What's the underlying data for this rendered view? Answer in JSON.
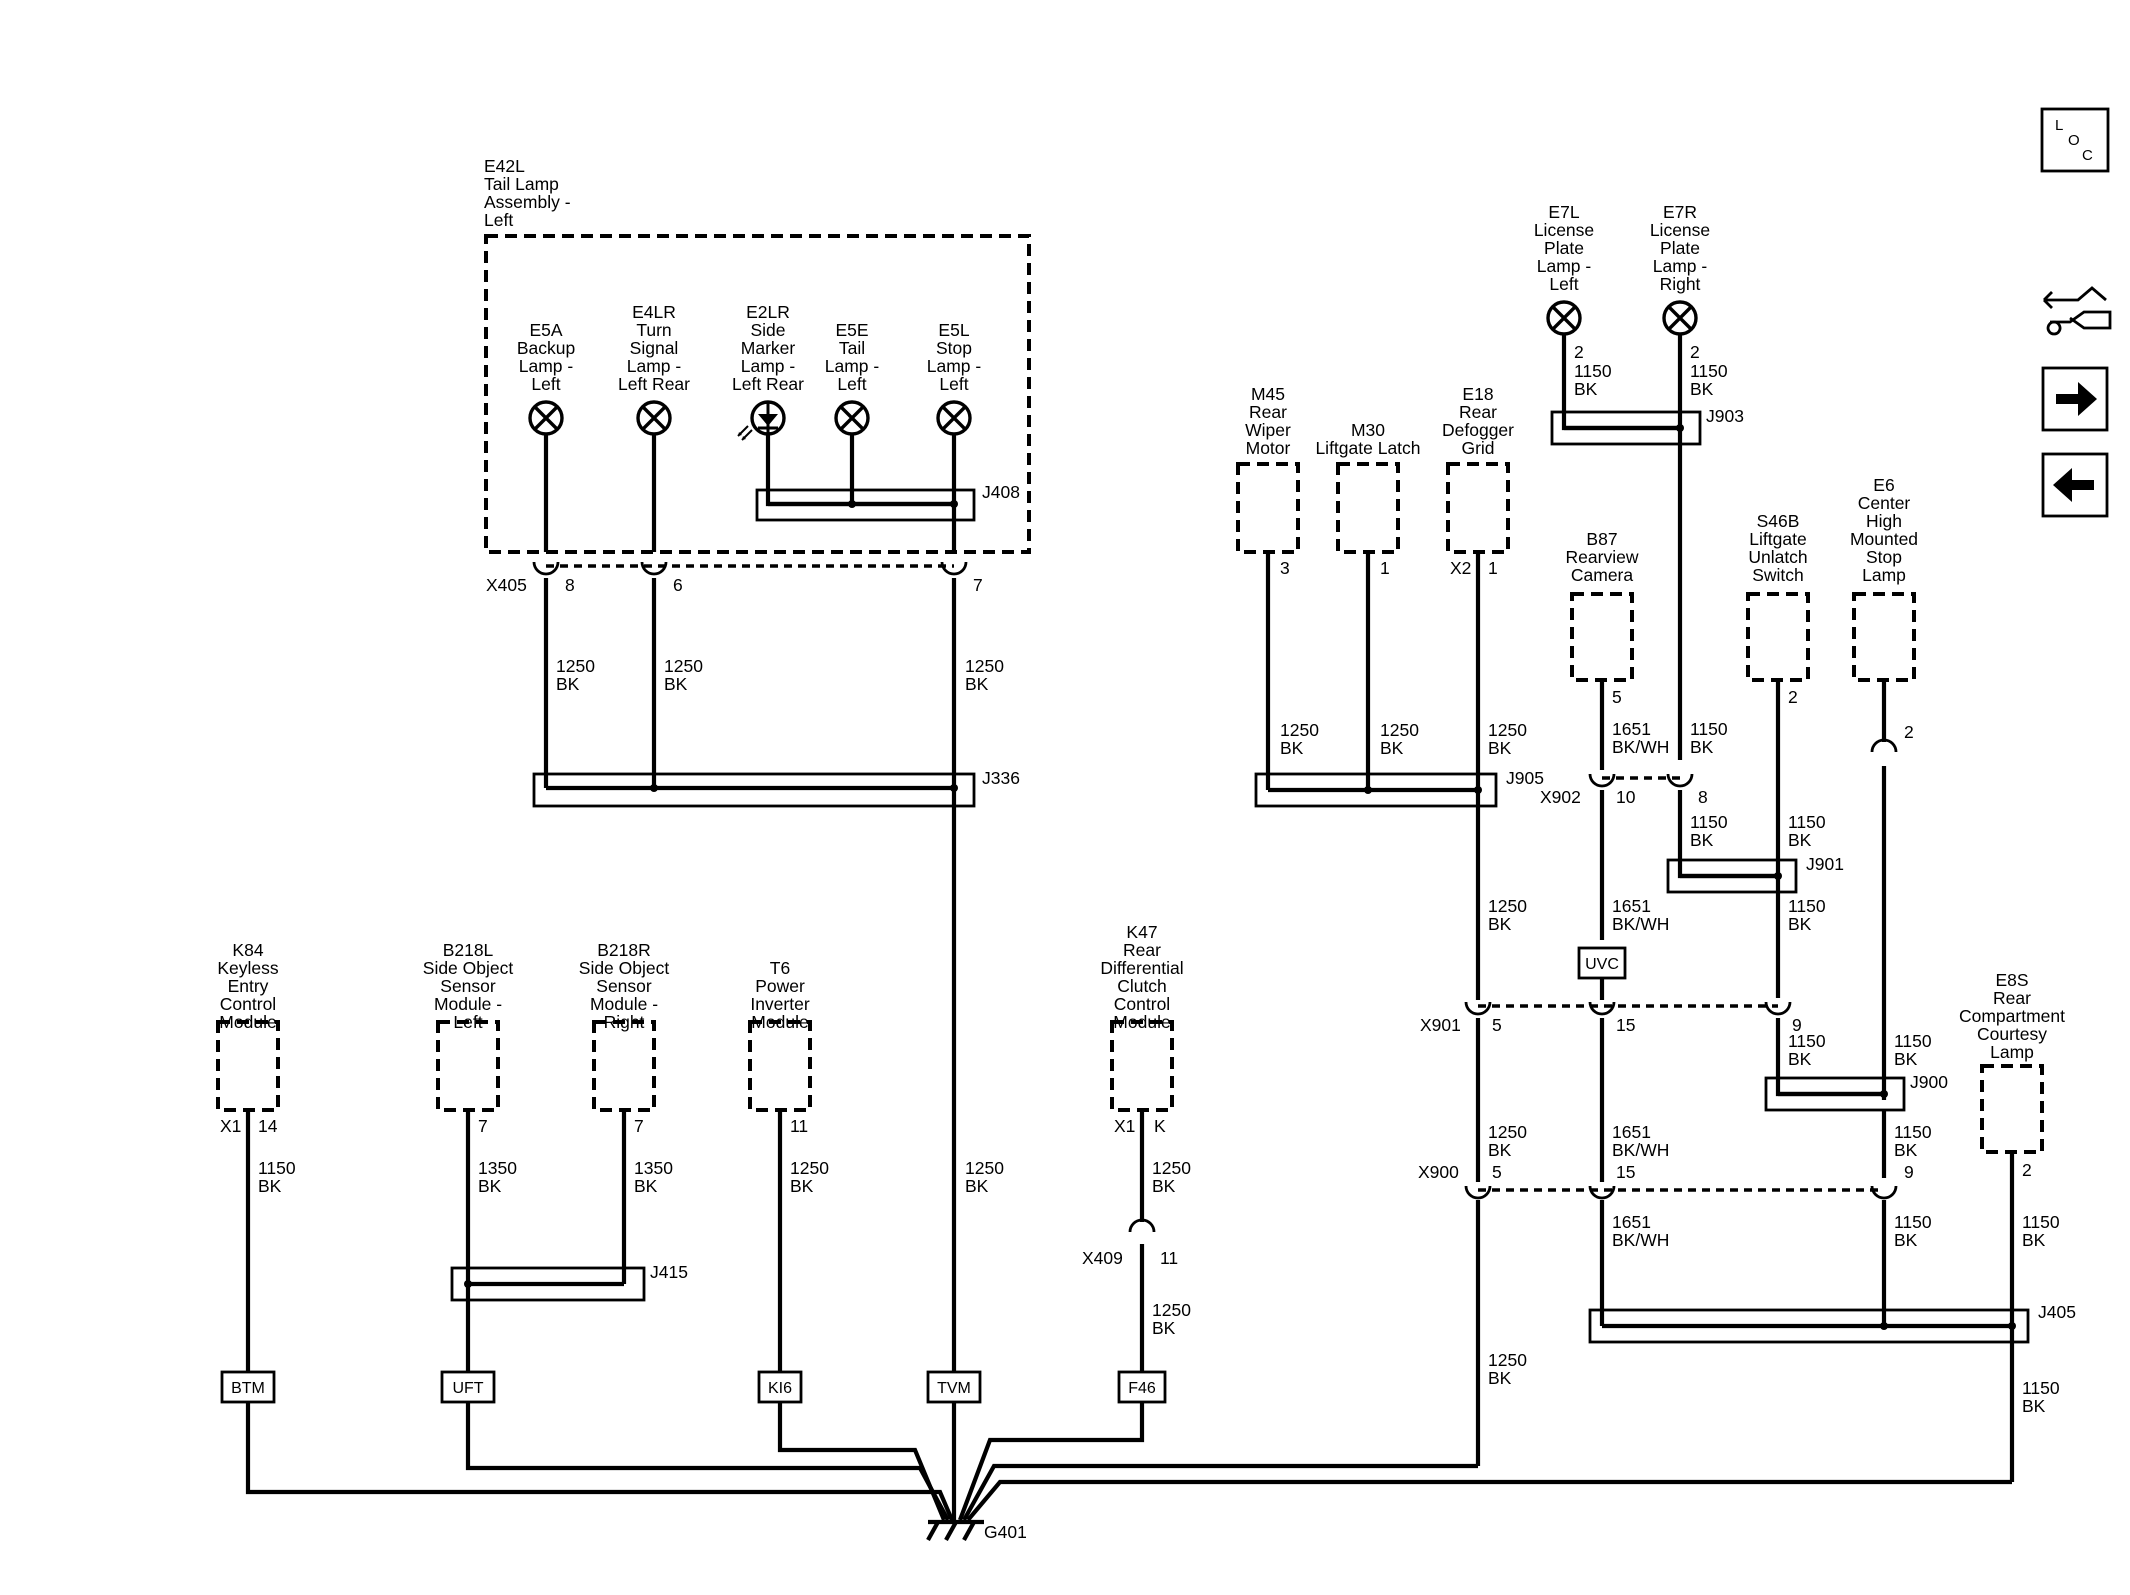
{
  "legend_box": {
    "l": "L",
    "o": "O",
    "c": "C"
  },
  "assembly": {
    "id": "E42L",
    "lines": [
      "Tail Lamp",
      "Assembly -",
      "Left"
    ]
  },
  "lamps": [
    {
      "id": "E5A",
      "lines": [
        "E5A",
        "Backup",
        "Lamp -",
        "Left"
      ]
    },
    {
      "id": "E4LR",
      "lines": [
        "E4LR",
        "Turn",
        "Signal",
        "Lamp -",
        "Left Rear"
      ]
    },
    {
      "id": "E2LR",
      "lines": [
        "E2LR",
        "Side",
        "Marker",
        "Lamp -",
        "Left Rear"
      ]
    },
    {
      "id": "E5E",
      "lines": [
        "E5E",
        "Tail",
        "Lamp -",
        "Left"
      ]
    },
    {
      "id": "E5L",
      "lines": [
        "E5L",
        "Stop",
        "Lamp -",
        "Left"
      ]
    },
    {
      "id": "E7L",
      "lines": [
        "E7L",
        "License",
        "Plate",
        "Lamp -",
        "Left"
      ]
    },
    {
      "id": "E7R",
      "lines": [
        "E7R",
        "License",
        "Plate",
        "Lamp -",
        "Right"
      ]
    }
  ],
  "components": [
    {
      "id": "M45",
      "lines": [
        "M45",
        "Rear",
        "Wiper",
        "Motor"
      ]
    },
    {
      "id": "M30",
      "lines": [
        "M30",
        "Liftgate Latch"
      ]
    },
    {
      "id": "E18",
      "lines": [
        "E18",
        "Rear",
        "Defogger",
        "Grid"
      ]
    },
    {
      "id": "B87",
      "lines": [
        "B87",
        "Rearview",
        "Camera"
      ]
    },
    {
      "id": "S46B",
      "lines": [
        "S46B",
        "Liftgate",
        "Unlatch",
        "Switch"
      ]
    },
    {
      "id": "E6",
      "lines": [
        "E6",
        "Center",
        "High",
        "Mounted",
        "Stop",
        "Lamp"
      ]
    },
    {
      "id": "K84",
      "lines": [
        "K84",
        "Keyless",
        "Entry",
        "Control",
        "Module"
      ]
    },
    {
      "id": "B218L",
      "lines": [
        "B218L",
        "Side Object",
        "Sensor",
        "Module -",
        "Left"
      ]
    },
    {
      "id": "B218R",
      "lines": [
        "B218R",
        "Side Object",
        "Sensor",
        "Module -",
        "Right"
      ]
    },
    {
      "id": "T6",
      "lines": [
        "T6",
        "Power",
        "Inverter",
        "Module"
      ]
    },
    {
      "id": "K47",
      "lines": [
        "K47",
        "Rear",
        "Differential",
        "Clutch",
        "Control",
        "Module"
      ]
    },
    {
      "id": "E8S",
      "lines": [
        "E8S",
        "Rear",
        "Compartment",
        "Courtesy",
        "Lamp"
      ]
    }
  ],
  "connectors": {
    "X405": "X405",
    "X902": "X902",
    "X901": "X901",
    "X900": "X900",
    "X409": "X409",
    "X1": "X1",
    "X2": "X2"
  },
  "splices": {
    "J408": "J408",
    "J336": "J336",
    "J903": "J903",
    "J905": "J905",
    "J901": "J901",
    "J900": "J900",
    "J415": "J415",
    "J405": "J405"
  },
  "pins": {
    "x405_8": "8",
    "x405_6": "6",
    "x405_7": "7",
    "m45": "3",
    "m30": "1",
    "e18": "1",
    "b87": "5",
    "s46b": "2",
    "e6": "2",
    "x902_10": "10",
    "x902_8": "8",
    "x901_5": "5",
    "x901_15": "15",
    "x901_9": "9",
    "x900_5": "5",
    "x900_15": "15",
    "x900_9": "9",
    "e7l": "2",
    "e7r": "2",
    "k84": "14",
    "b218l": "7",
    "b218r": "7",
    "t6": "11",
    "k47": "K",
    "x409": "11",
    "e8s": "2"
  },
  "wires": {
    "w1250": "1250",
    "w1150": "1150",
    "w1350": "1350",
    "w1651": "1651",
    "bk": "BK",
    "bkwh": "BK/WH"
  },
  "serial_data_tags": [
    "BTM",
    "UFT",
    "KI6",
    "TVM",
    "F46",
    "UVC"
  ],
  "ground": "G401"
}
